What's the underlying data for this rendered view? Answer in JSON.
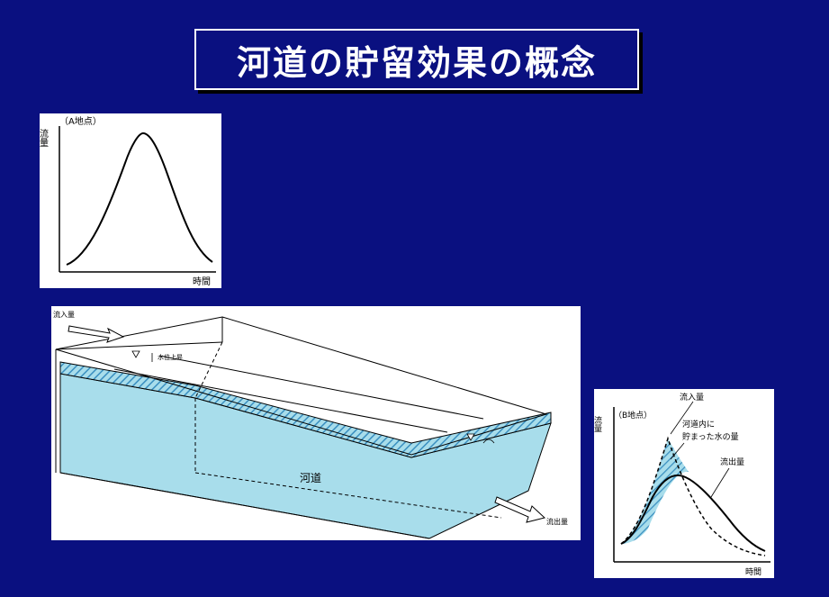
{
  "title": "河道の貯留効果の概念",
  "graph_a": {
    "point_label": "（A地点）",
    "y_label": "流量",
    "x_label": "時間"
  },
  "channel": {
    "inflow_label": "流入量",
    "rise_label": "水位上昇",
    "river_label": "河道",
    "outflow_label": "流出量"
  },
  "graph_b": {
    "point_label": "（B地点）",
    "y_label": "流量",
    "x_label": "時間",
    "inflow_label": "流入量",
    "storage_label_line1": "河道内に",
    "storage_label_line2": "貯まった水の量",
    "outflow_label": "流出量"
  },
  "colors": {
    "background": "#0A1080",
    "water": "#A8DDEB",
    "hatch": "#3A8FC0",
    "title_text": "#FFFFFF"
  }
}
